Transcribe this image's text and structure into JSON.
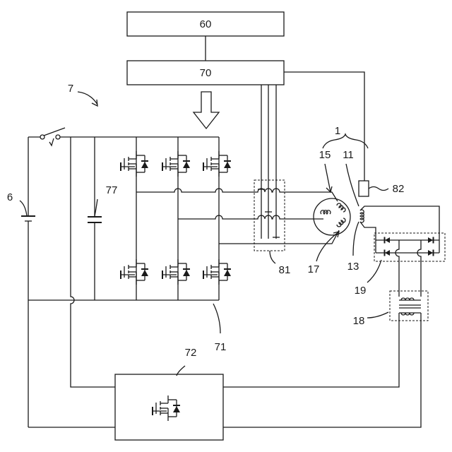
{
  "labels": {
    "block_60": "60",
    "block_70": "70",
    "inverter_71": "71",
    "chopper_72": "72",
    "sensor_81": "81",
    "sensor_82": "82",
    "battery_6": "6",
    "system_7": "7",
    "capacitor_77": "77",
    "motor_1": "1",
    "rotor_11": "11",
    "field_coil_13": "13",
    "stator_15": "15",
    "stator_coil_17": "17",
    "transformer_18": "18",
    "rectifier_19": "19"
  }
}
